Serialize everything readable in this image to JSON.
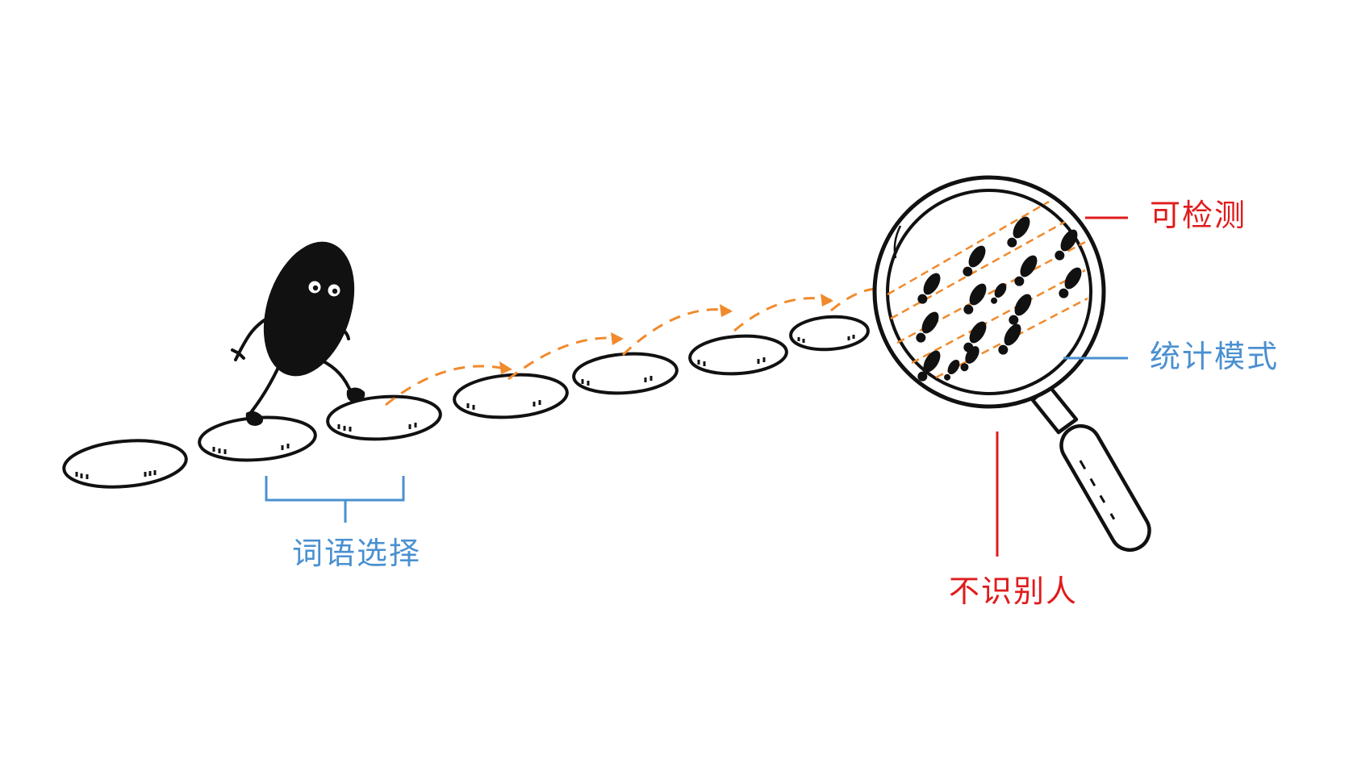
{
  "labels": {
    "word_choice": "词语选择",
    "detectable": "可检测",
    "statistical_pattern": "统计模式",
    "not_identify": "不识别人"
  },
  "colors": {
    "blue": "#4a90d0",
    "red": "#e01b1b",
    "orange": "#f08a2c",
    "ink": "#111111"
  },
  "icons": [
    "walking-character-icon",
    "stepping-stone-icon",
    "magnifying-glass-icon",
    "footprint-icon"
  ],
  "stone_count": 7
}
